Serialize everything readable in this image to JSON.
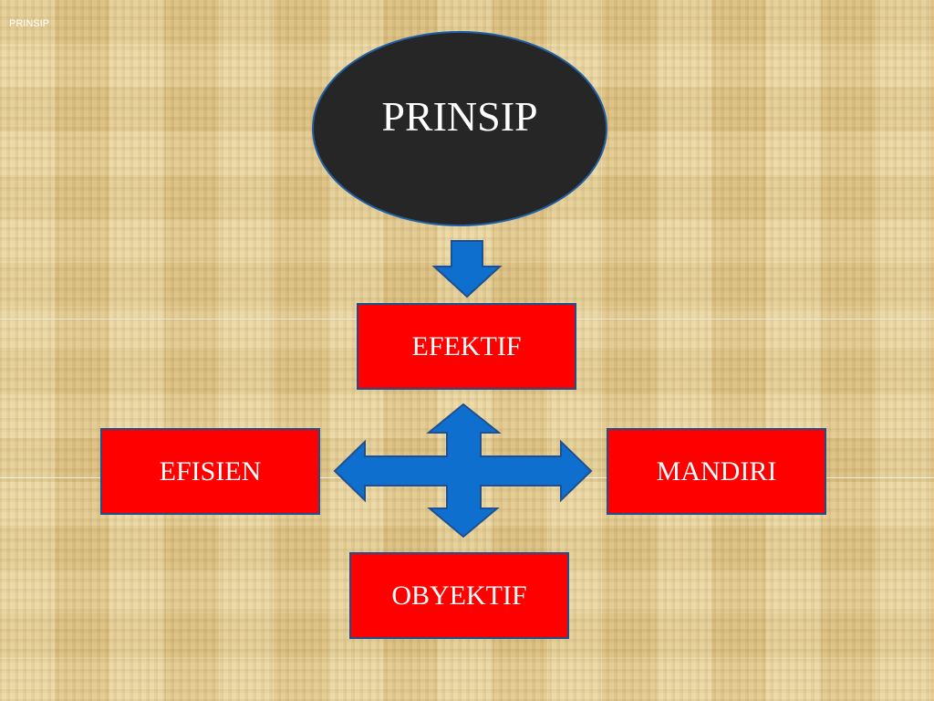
{
  "header": {
    "label": "PRINSIP"
  },
  "title": {
    "text": "PRINSIP"
  },
  "nodes": {
    "top": "EFEKTIF",
    "left": "EFISIEN",
    "right": "MANDIRI",
    "bottom": "OBYEKTIF"
  },
  "colors": {
    "node_fill": "#ff0000",
    "node_border": "#1f4e8a",
    "title_fill": "#262626",
    "title_border": "#1f5fa8",
    "arrow_fill": "#0f6fcf",
    "arrow_stroke": "#1e4f8f",
    "text": "#ffffff"
  },
  "icons": {
    "down_arrow": "arrow-down-icon",
    "cross_arrow": "four-way-arrow-icon"
  }
}
